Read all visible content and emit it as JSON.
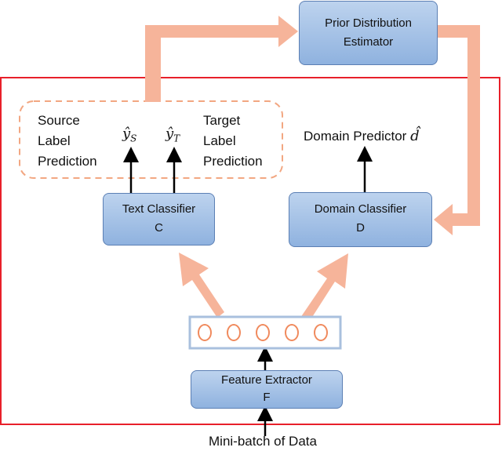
{
  "nodes": {
    "prior_estimator": [
      "Prior Distribution",
      "Estimator"
    ],
    "text_classifier": [
      "Text Classifier",
      "C"
    ],
    "domain_classifier": [
      "Domain Classifier",
      "D"
    ],
    "feature_extractor": [
      "Feature Extractor",
      "F"
    ]
  },
  "labels": {
    "source": [
      "Source",
      "Label",
      "Prediction"
    ],
    "target": [
      "Target",
      "Label",
      "Prediction"
    ],
    "domain_predictor": "Domain Predictor",
    "input": "Mini-batch of Data"
  },
  "symbols": {
    "y_hat": "ŷ",
    "sub_s": "S",
    "sub_t": "T",
    "d_hat": "d̂"
  },
  "feature_vector": {
    "units": 5
  },
  "colors": {
    "outer_frame": "#e8202a",
    "flow_arrow": "#f6b49a",
    "dashed_group": "#f2a782",
    "box_border": "#5b7fb4",
    "circle": "#f08a5d"
  }
}
